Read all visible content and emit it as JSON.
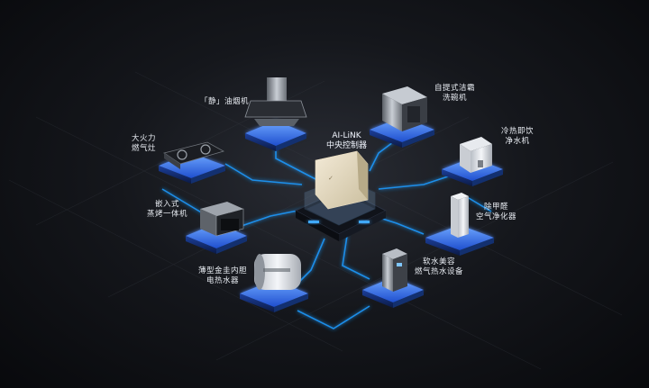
{
  "hub": {
    "line1": "AI-LiNK",
    "line2": "中央控制器"
  },
  "devices": {
    "range_hood": {
      "line1": "「静」油烟机"
    },
    "dishwasher": {
      "line1": "自提式洁霸",
      "line2": "洗碗机"
    },
    "gas_stove": {
      "line1": "大火力",
      "line2": "燃气灶"
    },
    "water_purifier": {
      "line1": "冷热即饮",
      "line2": "净水机"
    },
    "steam_oven": {
      "line1": "嵌入式",
      "line2": "蒸烤一体机"
    },
    "air_purifier": {
      "line1": "除甲醛",
      "line2": "空气净化器"
    },
    "gas_water_heater": {
      "line1": "软水美容",
      "line2": "燃气热水设备"
    },
    "electric_water_heater": {
      "line1": "薄型金圭内胆",
      "line2": "电热水器"
    }
  },
  "colors": {
    "link_glow": "#1e9bff",
    "pad_glow": "#2f7dff",
    "pad_dark": "#1d3b8a"
  }
}
